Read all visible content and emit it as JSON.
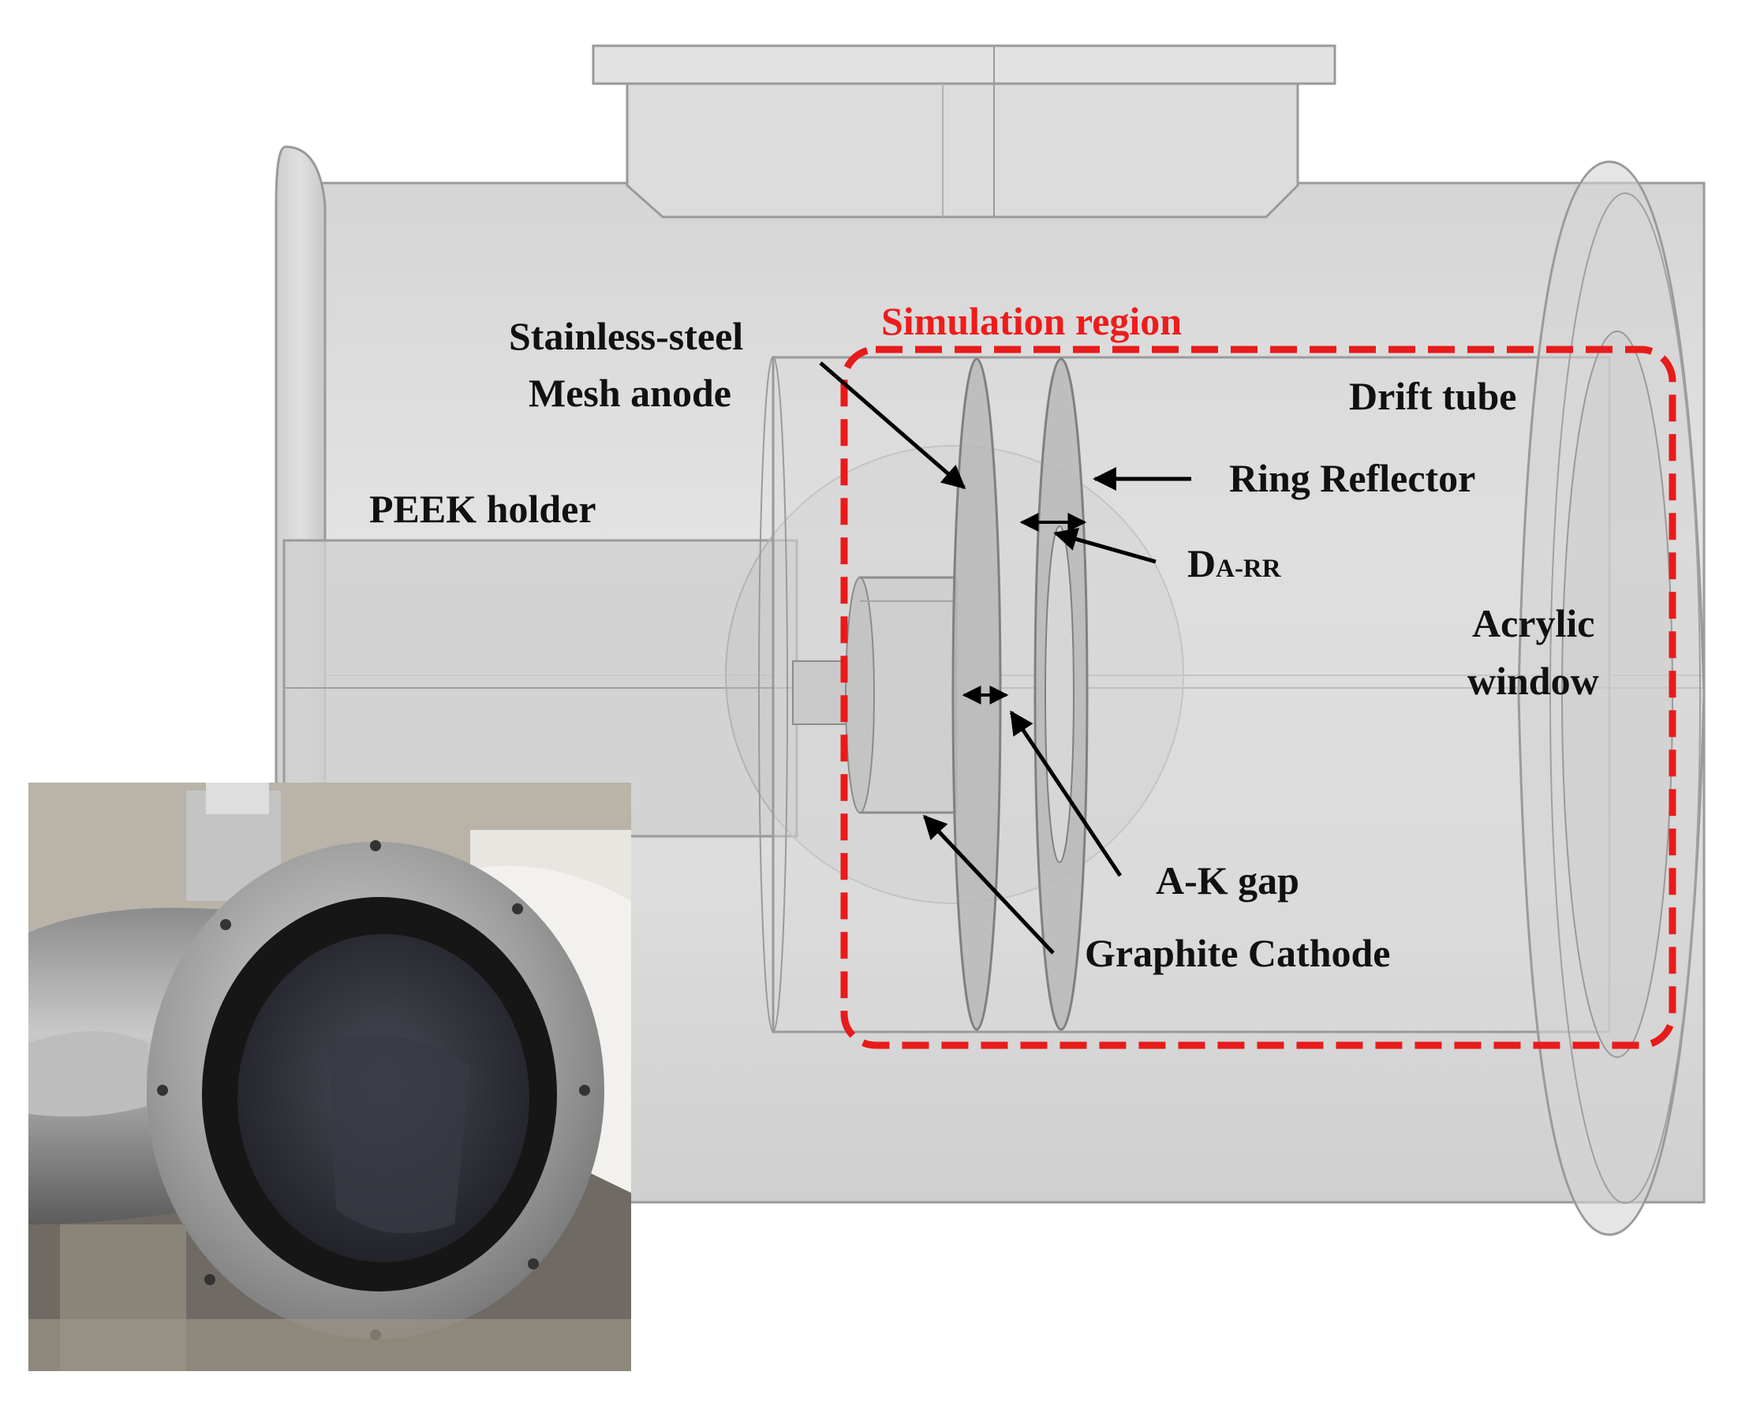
{
  "figure": {
    "labels": {
      "simulation_region": "Simulation region",
      "stainless_steel": "Stainless-steel",
      "mesh_anode": "Mesh anode",
      "drift_tube": "Drift tube",
      "ring_reflector": "Ring Reflector",
      "peek_holder": "PEEK holder",
      "d_main": "D",
      "d_sub": "A-RR",
      "acrylic": "Acrylic",
      "window": "window",
      "ak_gap": "A-K gap",
      "graphite_cathode": "Graphite Cathode"
    },
    "colors": {
      "simulation_box": "#e81b1b",
      "body_gray": "#d8d8d8",
      "edge_gray": "#9a9a9a",
      "arrow": "#000000"
    },
    "photo": {
      "description_icon": "apparatus-photo-icon"
    }
  }
}
